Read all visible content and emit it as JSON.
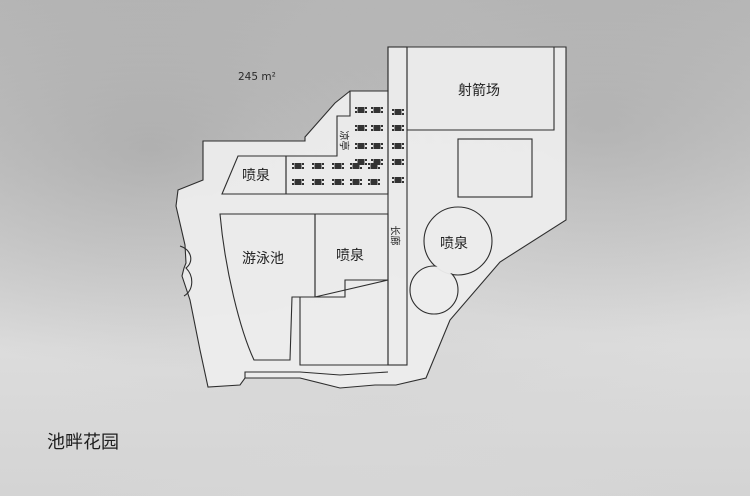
{
  "area": "245 m²",
  "labels": {
    "archery": "射箭场",
    "fountain_left": "喷泉",
    "pool": "游泳池",
    "fountain_middle": "喷泉",
    "fountain_round": "喷泉",
    "pavilion": "凉亭",
    "corridor": "长廊"
  },
  "title": "池畔花园"
}
